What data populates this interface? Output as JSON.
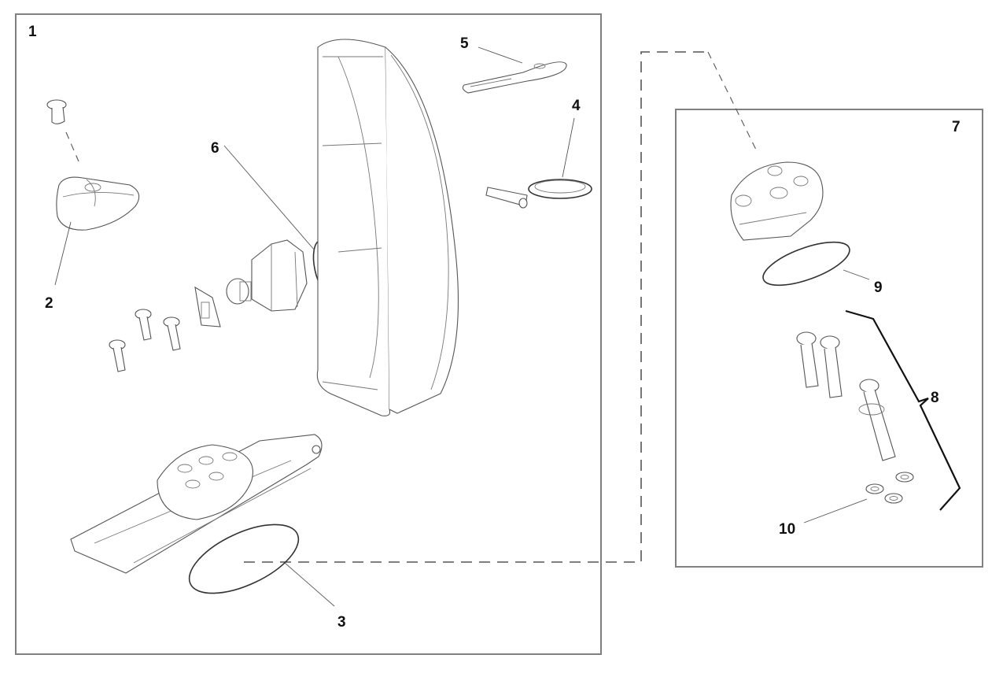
{
  "diagram": {
    "type": "exploded-parts-diagram",
    "assembly_frame_label": "1",
    "subassembly_frame_label": "7",
    "callouts": [
      {
        "id": "1",
        "label": "1",
        "part": "main-assembly"
      },
      {
        "id": "2",
        "label": "2",
        "part": "knob-cap"
      },
      {
        "id": "3",
        "label": "3",
        "part": "base-o-ring"
      },
      {
        "id": "4",
        "label": "4",
        "part": "pin-ring"
      },
      {
        "id": "5",
        "label": "5",
        "part": "key-tab"
      },
      {
        "id": "6",
        "label": "6",
        "part": "valve-o-ring"
      },
      {
        "id": "7",
        "label": "7",
        "part": "valve-head-subassembly"
      },
      {
        "id": "8",
        "label": "8",
        "part": "bolt-set"
      },
      {
        "id": "9",
        "label": "9",
        "part": "head-gasket"
      },
      {
        "id": "10",
        "label": "10",
        "part": "washers"
      }
    ]
  }
}
